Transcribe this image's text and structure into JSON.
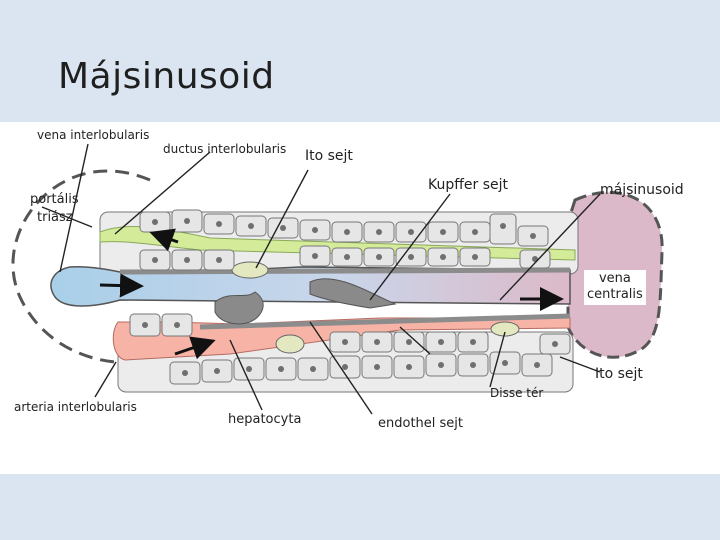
{
  "slide": {
    "title": "Májsinusoid"
  },
  "labels": {
    "vena_interlobularis": "vena interlobularis",
    "ductus_interlobularis": "ductus interlobularis",
    "ito_sejt_top": "Ito sejt",
    "kupffer_sejt": "Kupffer sejt",
    "majsinusoid": "májsinusoid",
    "portalis_triasz_1": "portális",
    "portalis_triasz_2": "triász",
    "vena_centralis_1": "vena",
    "vena_centralis_2": "centralis",
    "ito_sejt_right": "Ito sejt",
    "disse_ter": "Disse tér",
    "arteria_interlobularis": "arteria interlobularis",
    "hepatocyta": "hepatocyta",
    "endothel_sejt": "endothel sejt"
  },
  "colors": {
    "background": "#dbe5f1",
    "vein_blue": "#a9cfe9",
    "artery_pink": "#f6b3a6",
    "central_vein": "#dcb9c8",
    "bile_duct_green": "#d4ec9a",
    "hepatocyte_gray": "#e6e6e6",
    "nucleus": "#6f6f6f"
  }
}
